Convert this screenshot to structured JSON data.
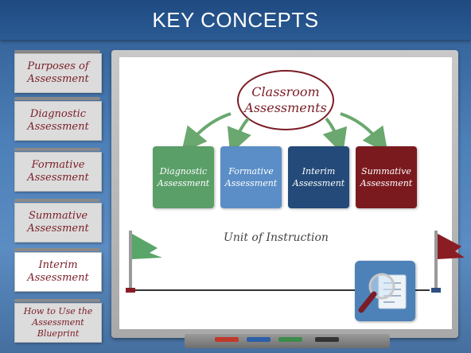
{
  "header": {
    "title": "KEY CONCEPTS"
  },
  "sidebar": {
    "items": [
      {
        "label": "Purposes of Assessment",
        "active": false
      },
      {
        "label": "Diagnostic Assessment",
        "active": false
      },
      {
        "label": "Formative Assessment",
        "active": false
      },
      {
        "label": "Summative Assessment",
        "active": false
      },
      {
        "label": "Interim Assessment",
        "active": true
      },
      {
        "label": "How to Use the Assessment Blueprint",
        "active": false
      }
    ]
  },
  "board": {
    "center_label": "Classroom Assessments",
    "boxes": [
      {
        "label": "Diagnostic Assessment",
        "color": "#5a9e68"
      },
      {
        "label": "Formative Assessment",
        "color": "#5b8ec7"
      },
      {
        "label": "Interim Assessment",
        "color": "#234a78"
      },
      {
        "label": "Summative Assessment",
        "color": "#7a1a1f"
      }
    ],
    "arrow_color": "#6aa86f",
    "unit_label": "Unit of Instruction",
    "start_flag_color": "#5aa56a",
    "end_flag_color": "#8a1c24"
  },
  "colors": {
    "accent": "#7a1d26",
    "background": "#3f6fa6"
  }
}
